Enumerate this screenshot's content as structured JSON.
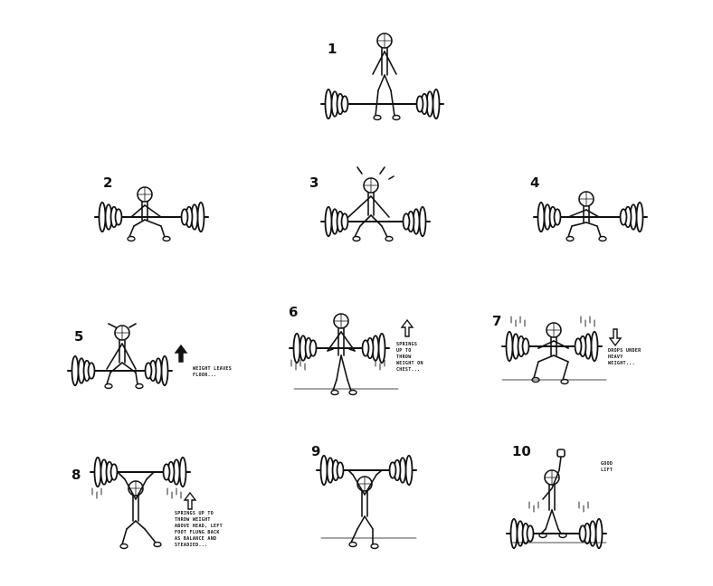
{
  "panels": [
    {
      "number": "1",
      "caption": ""
    },
    {
      "number": "2",
      "caption": ""
    },
    {
      "number": "3",
      "caption": ""
    },
    {
      "number": "4",
      "caption": ""
    },
    {
      "number": "5",
      "caption": "Weight leaves floor..."
    },
    {
      "number": "6",
      "caption": "Springs up to throw weight on chest..."
    },
    {
      "number": "7",
      "caption": "Drops under heavy weight..."
    },
    {
      "number": "8",
      "caption": "Springs up to throw weight above head, left foot flung back as balance and steadied..."
    },
    {
      "number": "9",
      "caption": ""
    },
    {
      "number": "10",
      "caption": "Good lift"
    }
  ],
  "colors": {
    "ink": "#111111",
    "paper": "#ffffff"
  },
  "icons": {
    "arrow_up": "arrow-up-icon",
    "arrow_down": "arrow-down-icon"
  }
}
